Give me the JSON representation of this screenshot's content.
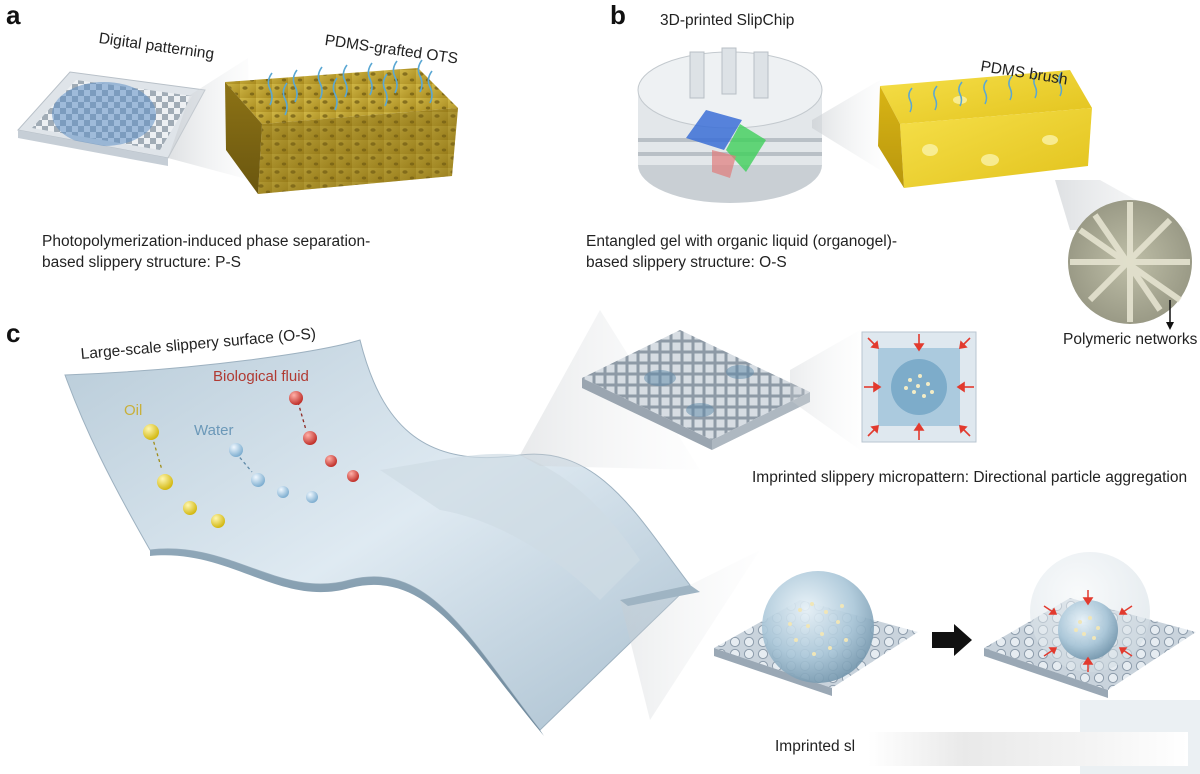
{
  "panel_a": {
    "letter": "a",
    "label_digital": "Digital patterning",
    "label_pdms_grafted": "PDMS-grafted OTS",
    "caption_line1": "Photopolymerization-induced phase separation-",
    "caption_line2": "based slippery structure: P-S"
  },
  "panel_b": {
    "letter": "b",
    "label_slipchip": "3D-printed SlipChip",
    "label_pdms_brush": "PDMS brush",
    "caption_line1": "Entangled gel with organic liquid (organogel)-",
    "caption_line2": "based slippery structure: O-S",
    "label_networks": "Polymeric networks"
  },
  "panel_c": {
    "letter": "c",
    "label_surface": "Large-scale slippery surface (O-S)",
    "label_oil": "Oil",
    "label_water": "Water",
    "label_bio": "Biological fluid",
    "label_micropattern": "Imprinted slippery micropattern: Directional particle aggregation",
    "label_bottom": "Imprinted sl"
  },
  "colors": {
    "oil": "#d8c21a",
    "water": "#6fa6c9",
    "bio": "#c0392b",
    "oil_label": "#c8b03a",
    "water_label": "#6b98b8",
    "bio_label": "#b03a32",
    "gold": "#c9a92a"
  }
}
